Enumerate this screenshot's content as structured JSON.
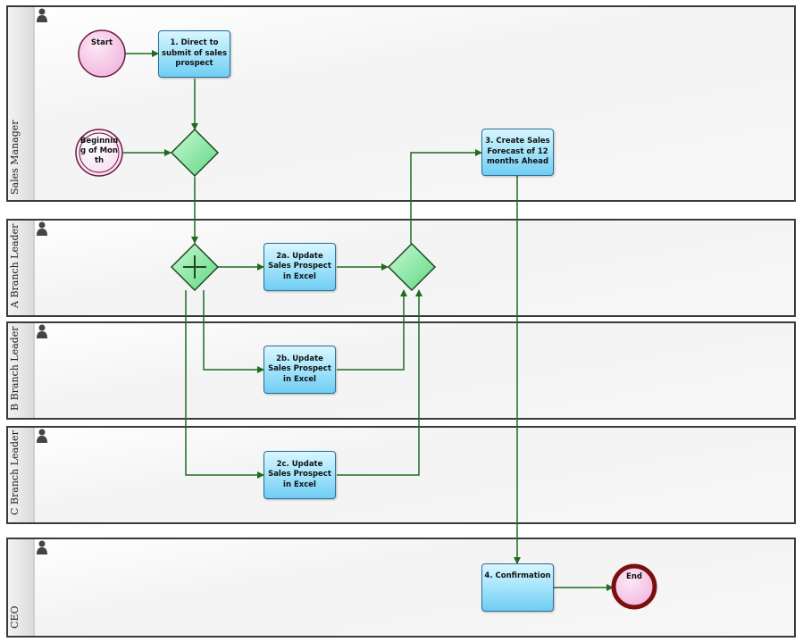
{
  "lanes": [
    {
      "name": "Sales Manager"
    },
    {
      "name": "A Branch Leader"
    },
    {
      "name": "B Branch Leader"
    },
    {
      "name": "C Branch Leader"
    },
    {
      "name": "CEO"
    }
  ],
  "events": {
    "start": "Start",
    "timer_start": "Beginning of Month",
    "end": "End"
  },
  "tasks": {
    "t1": "1. Direct to submit of sales prospect",
    "t2a": "2a. Update Sales Prospect in Excel",
    "t2b": "2b. Update Sales Prospect in Excel",
    "t2c": "2c. Update Sales Prospect in Excel",
    "t3": "3. Create Sales Forecast of 12 months Ahead",
    "t4": "4. Confirmation"
  },
  "colors": {
    "flow": "#1f6b1f",
    "gateway_fill": "#7fe39a",
    "task_border": "#2c6d96",
    "start_fill": "#f7c9e8",
    "end_border": "#7a0f0f"
  }
}
